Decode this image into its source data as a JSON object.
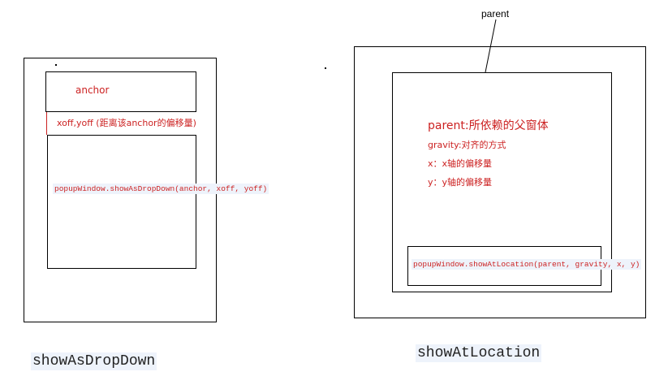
{
  "left": {
    "anchor_label": "anchor",
    "offset_note": "xoff,yoff (距离该anchor的偏移量)",
    "code": "popupWindow.showAsDropDown(anchor, xoff, yoff)",
    "caption": "showAsDropDown"
  },
  "right": {
    "parent_label": "parent",
    "notes": [
      "parent:所依赖的父窗体",
      "gravity:对齐的方式",
      "x：x轴的偏移量",
      "y：y轴的偏移量"
    ],
    "code": "popupWindow.showAtLocation(parent, gravity, x, y)",
    "caption": "showAtLocation"
  },
  "colors": {
    "annotation": "#cc2222",
    "code_highlight": "#eef3fb",
    "outline": "#000000"
  }
}
